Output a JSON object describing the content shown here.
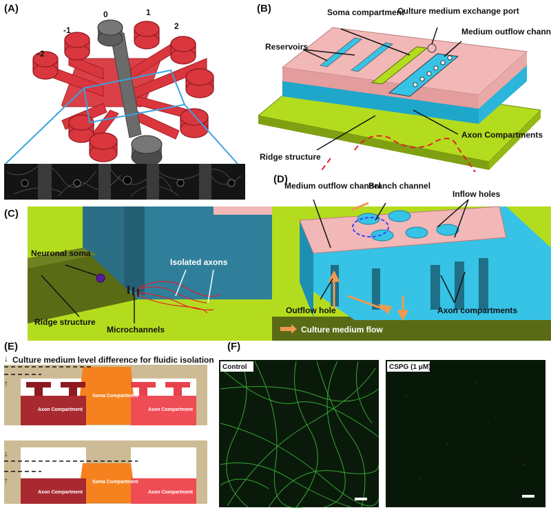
{
  "panels": {
    "A": {
      "label": "(A)",
      "channel_numbers": [
        "-2",
        "-1",
        "0",
        "1",
        "2"
      ]
    },
    "B": {
      "label": "(B)",
      "labels": {
        "soma": "Soma compartment",
        "exchange": "Culture medium exchange port",
        "outflow": "Medium outflow channel",
        "reservoirs": "Reservoirs",
        "ridge": "Ridge structure",
        "axon": "Axon Compartments"
      }
    },
    "C": {
      "label": "(C)",
      "labels": {
        "soma": "Neuronal soma",
        "isolated": "Isolated axons",
        "ridge": "Ridge structure",
        "micro": "Microchannels"
      }
    },
    "D": {
      "label": "(D)",
      "labels": {
        "outflow_channel": "Medium outflow channel",
        "branch": "Branch channel",
        "inflow": "Inflow holes",
        "outflow_hole": "Outflow hole",
        "axon": "Axon compartments",
        "flow": "Culture medium flow"
      }
    },
    "E": {
      "label": "(E)",
      "title": "Culture medium level difference for fluidic isolation",
      "axon_compartment": "Axon Compartment",
      "soma_compartment": "Soma Compartment"
    },
    "F": {
      "label": "(F)",
      "control": "Control",
      "cspg": "CSPG (1 μM)"
    }
  },
  "colors": {
    "red": "#d9363e",
    "grey": "#6b6b6b",
    "pink": "#f2b8b8",
    "cyan": "#36c3e6",
    "lime": "#b4dc1e",
    "tan": "#cdbb95",
    "orange": "#f5821f",
    "fluo_green": "#3fbf3f"
  }
}
